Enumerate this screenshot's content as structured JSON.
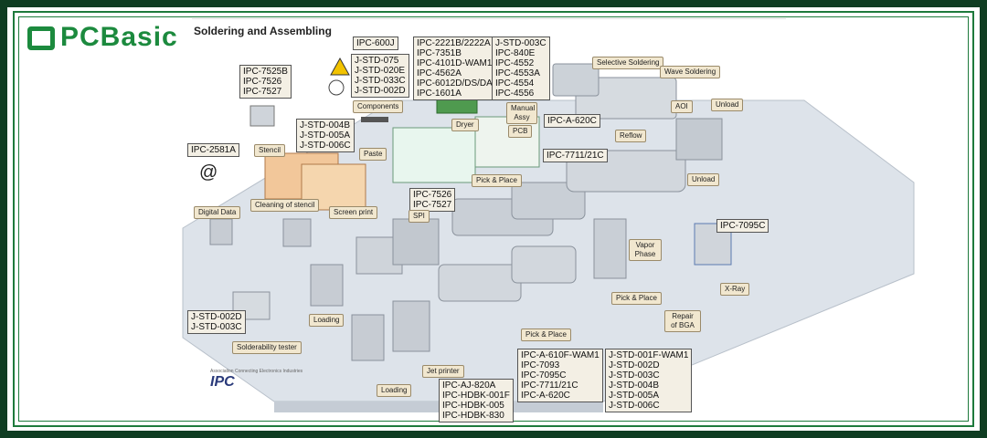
{
  "brand": {
    "name": "PCBasic",
    "subtitle": "Soldering and Assembling"
  },
  "colors": {
    "frame": "#0f3d22",
    "border": "#1e7a3c",
    "logo": "#1c8a3e",
    "floor": "#dde3ea",
    "machine": "#c9cfd6",
    "tag_bg": "#f1e7cf"
  },
  "icons": {
    "at_symbol": "@",
    "ipc_logo": "IPC",
    "ipc_logo_sub": "Association Connecting Electronics Industries"
  },
  "standards": {
    "g1": [
      "IPC-600J"
    ],
    "g2": [
      "IPC-2221B/2222A",
      "IPC-7351B",
      "IPC-4101D-WAM1",
      "IPC-4562A",
      "IPC-6012D/DS/DA",
      "IPC-1601A"
    ],
    "g3": [
      "J-STD-003C",
      "IPC-840E",
      "IPC-4552",
      "IPC-4553A",
      "IPC-4554",
      "IPC-4556"
    ],
    "g4": [
      "J-STD-075",
      "J-STD-020E",
      "J-STD-033C",
      "J-STD-002D"
    ],
    "g5": [
      "IPC-7525B",
      "IPC-7526",
      "IPC-7527"
    ],
    "g6": [
      "J-STD-004B",
      "J-STD-005A",
      "J-STD-006C"
    ],
    "g7": [
      "IPC-2581A"
    ],
    "g8": [
      "IPC-A-620C"
    ],
    "g9": [
      "IPC-7711/21C"
    ],
    "g10": [
      "IPC-7526",
      "IPC-7527"
    ],
    "g11": [
      "IPC-7095C"
    ],
    "g12": [
      "J-STD-002D",
      "J-STD-003C"
    ],
    "g13": [
      "IPC-A-610F-WAM1",
      "IPC-7093",
      "IPC-7095C",
      "IPC-7711/21C",
      "IPC-A-620C"
    ],
    "g14": [
      "J-STD-001F-WAM1",
      "J-STD-002D",
      "J-STD-003C",
      "J-STD-004B",
      "J-STD-005A",
      "J-STD-006C"
    ],
    "g15": [
      "IPC-AJ-820A",
      "IPC-HDBK-001F",
      "IPC-HDBK-005",
      "IPC-HDBK-830"
    ]
  },
  "tags": {
    "components": "Components",
    "selective_soldering": "Selective Soldering",
    "wave_soldering": "Wave Soldering",
    "dryer": "Dryer",
    "manual_assy": "Manual Assy",
    "pcb": "PCB",
    "aoi": "AOI",
    "unload_top": "Unload",
    "reflow": "Reflow",
    "stencil": "Stencil",
    "paste": "Paste",
    "unload_mid": "Unload",
    "pick_place_top": "Pick & Place",
    "cleaning_stencil": "Cleaning of stencil",
    "digital_data": "Digital Data",
    "screen_print": "Screen print",
    "spi": "SPI",
    "vapor_phase": "Vapor Phase",
    "xray": "X-Ray",
    "pick_place_right": "Pick & Place",
    "repair_bga": "Repair of BGA",
    "loading_left": "Loading",
    "pick_place_bottom": "Pick & Place",
    "solderability_tester": "Solderability tester",
    "jet_printer": "Jet printer",
    "loading_bottom": "Loading"
  }
}
